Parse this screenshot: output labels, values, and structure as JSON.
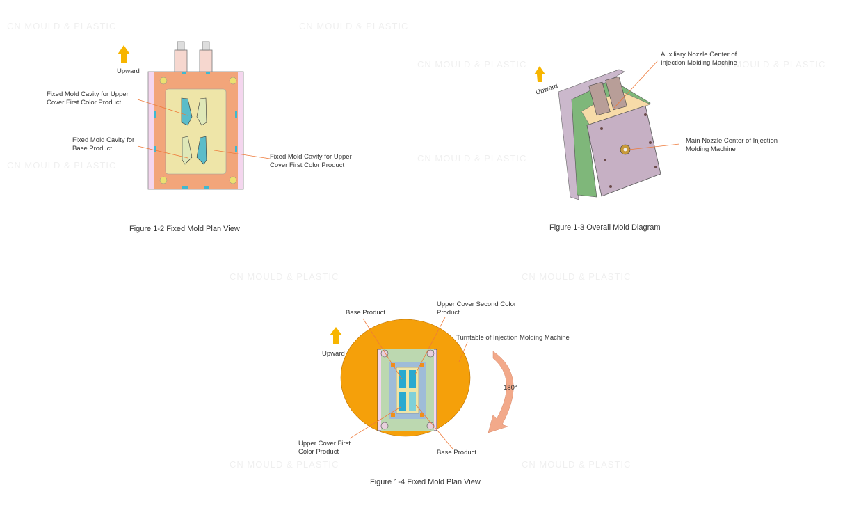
{
  "watermark": "CN MOULD & PLASTIC",
  "figure_1_2": {
    "caption": "Figure 1-2 Fixed Mold Plan View",
    "upward": "Upward",
    "label_upper_left": [
      "Fixed Mold Cavity for Upper",
      "Cover First Color Product"
    ],
    "label_base": [
      "Fixed Mold Cavity for",
      "Base Product"
    ],
    "label_upper_right": [
      "Fixed Mold Cavity for Upper",
      "Cover First Color Product"
    ]
  },
  "figure_1_3": {
    "caption": "Figure 1-3 Overall Mold Diagram",
    "upward": "Upward",
    "label_aux": [
      "Auxiliary Nozzle Center of",
      "Injection Molding Machine"
    ],
    "label_main": [
      "Main Nozzle Center of Injection",
      "Molding Machine"
    ]
  },
  "figure_1_4": {
    "caption": "Figure 1-4 Fixed Mold Plan View",
    "upward": "Upward",
    "label_base_top": "Base Product",
    "label_second_color": [
      "Upper Cover Second Color",
      "Product"
    ],
    "label_turntable": "Turntable of Injection Molding Machine",
    "rotation": "180°",
    "label_first_color": [
      "Upper Cover First",
      "Color Product"
    ],
    "label_base_bottom": "Base Product"
  },
  "colors": {
    "orange": "#f5a00a",
    "arrow": "#f7b500",
    "leader": "#ee7a3a",
    "mold_plate": "#f2a57a",
    "cavity_plate": "#eee5a8",
    "cyan": "#3fb8d0"
  }
}
